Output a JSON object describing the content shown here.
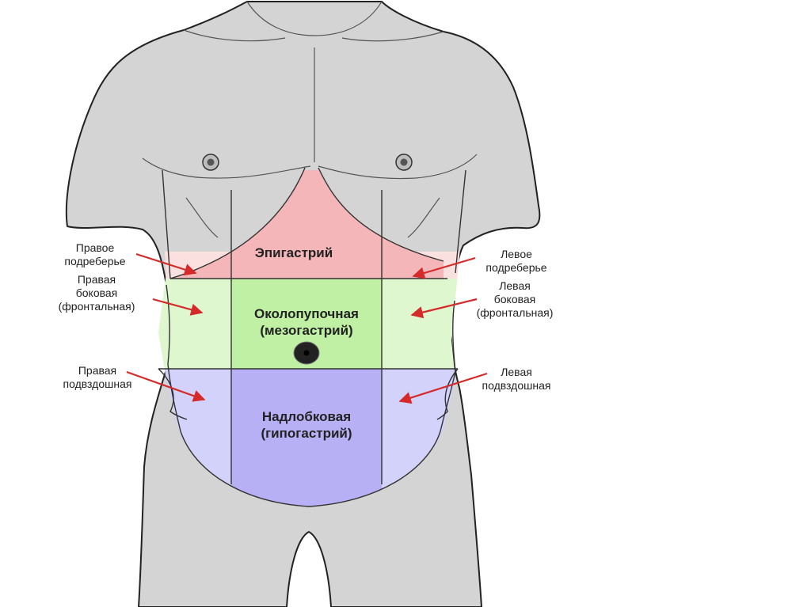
{
  "zones": {
    "epigastric": {
      "label": "Эпигастрий",
      "color": "#f4b6b8"
    },
    "umbilical": {
      "label_line1": "Околопупочная",
      "label_line2": "(мезогастрий)",
      "color": "#bff0a3"
    },
    "lateral_fill": {
      "color": "#def7cf"
    },
    "hypogastric": {
      "label_line1": "Надлобковая",
      "label_line2": "(гипогастрий)",
      "color": "#b8b0f5"
    },
    "iliac_fill": {
      "color": "#d3d2fb"
    },
    "hypochondrium_fill": {
      "color": "#fbe0e0"
    }
  },
  "side_labels": {
    "right_hypochondrium": {
      "line1": "Правое",
      "line2": "подреберье"
    },
    "left_hypochondrium": {
      "line1": "Левое",
      "line2": "подреберье"
    },
    "right_lateral": {
      "line1": "Правая",
      "line2": "боковая",
      "line3": "(фронтальная)"
    },
    "left_lateral": {
      "line1": "Левая",
      "line2": "боковая",
      "line3": "(фронтальная)"
    },
    "right_iliac": {
      "line1": "Правая",
      "line2": "подвздошная"
    },
    "left_iliac": {
      "line1": "Левая",
      "line2": "подвздошная"
    }
  },
  "arrow_color": "#d42a2a",
  "body_color": "#d4d4d4"
}
